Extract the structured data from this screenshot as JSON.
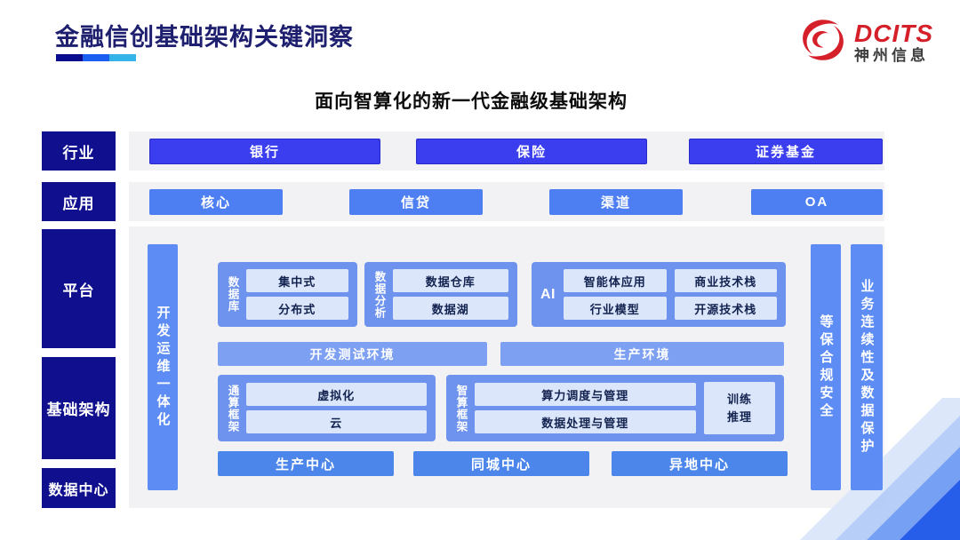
{
  "header": {
    "title": "金融信创基础架构关键洞察",
    "logo_name": "DCITS",
    "logo_subname": "神州信息"
  },
  "diagram": {
    "subtitle": "面向智算化的新一代金融级基础架构",
    "industry": {
      "label": "行业",
      "items": [
        "银行",
        "保险",
        "证券基金"
      ]
    },
    "application": {
      "label": "应用",
      "items": [
        "核心",
        "信贷",
        "渠道",
        "OA"
      ]
    },
    "side_labels": {
      "platform": "平台",
      "infrastructure": "基础架构",
      "datacenter": "数据中心"
    },
    "pillars": {
      "devops": "开发运维一体化",
      "security": "等保合规安全",
      "continuity": "业务连续性及数据保护"
    },
    "platform": {
      "database": {
        "label": "数据库",
        "items": [
          "集中式",
          "分布式"
        ]
      },
      "analytics": {
        "label": "数据分析",
        "items": [
          "数据仓库",
          "数据湖"
        ]
      },
      "ai": {
        "label": "AI",
        "items": [
          "智能体应用",
          "商业技术栈",
          "行业模型",
          "开源技术栈"
        ]
      },
      "environments": [
        "开发测试环境",
        "生产环境"
      ]
    },
    "infrastructure": {
      "general": {
        "label": "通算框架",
        "items": [
          "虚拟化",
          "云"
        ]
      },
      "intelligent": {
        "label": "智算框架",
        "items": [
          "算力调度与管理",
          "数据处理与管理"
        ],
        "side": "训练推理"
      }
    },
    "datacenters": [
      "生产中心",
      "同城中心",
      "异地中心"
    ]
  },
  "colors": {
    "rail_navy": "#10108f",
    "title_navy": "#1e206f",
    "industry_button": "#3a3eef",
    "application_button": "#4d7ff2",
    "pillar_blue": "#5c8cf4",
    "group_blue": "#6d93ee",
    "env_blue": "#7da0f2",
    "datacenter_blue": "#4c86ea",
    "chip_pale": "#dbe6fb",
    "brand_red": "#d5202a"
  }
}
